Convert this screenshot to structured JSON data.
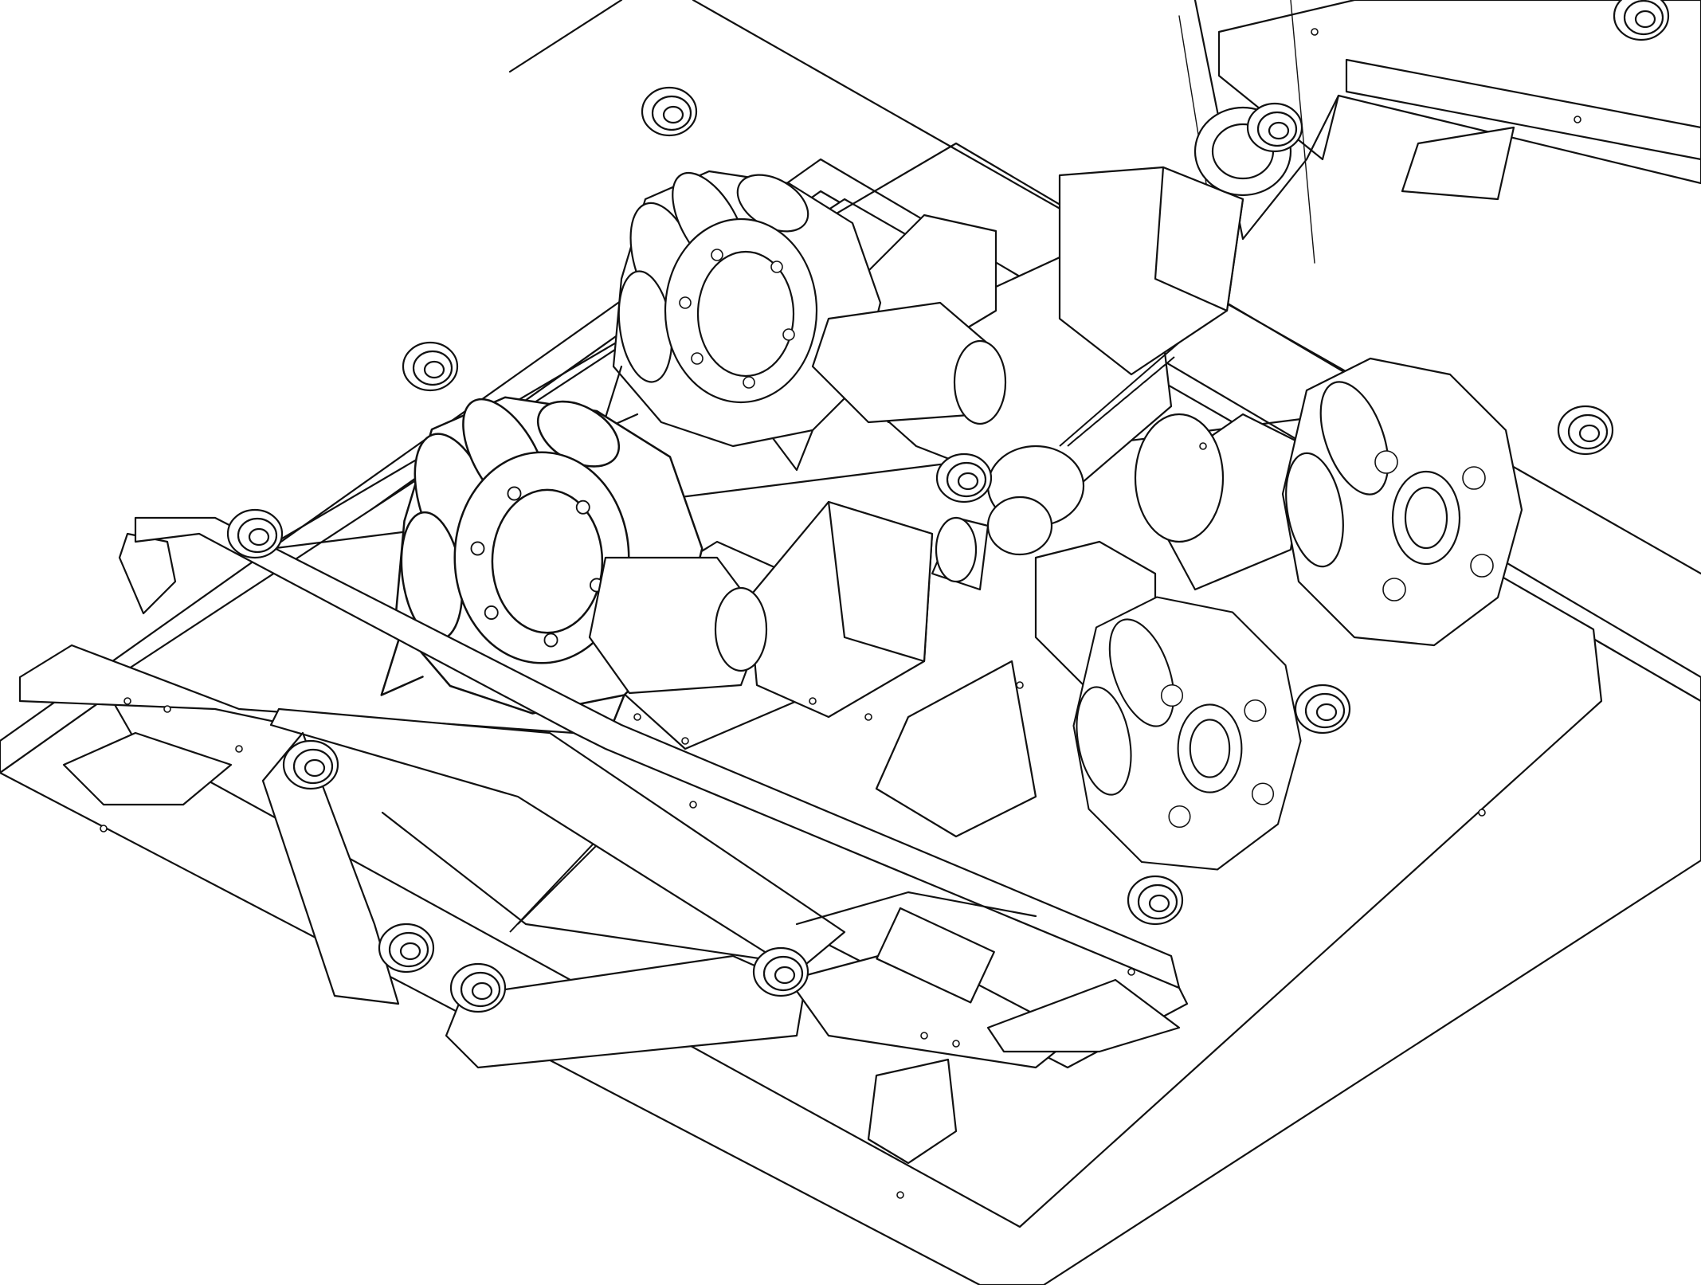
{
  "drawing": {
    "style": "black-line-drawing",
    "background": "#ffffff",
    "line_color": "#111111",
    "mecanum_wheels": [
      {
        "id": "wheel-rear-left"
      },
      {
        "id": "wheel-front-left"
      },
      {
        "id": "wheel-rear-right"
      },
      {
        "id": "wheel-front-right"
      }
    ],
    "drive_motors": [
      {
        "id": "motor-rear-left"
      },
      {
        "id": "motor-front-left"
      },
      {
        "id": "motor-rear-right"
      },
      {
        "id": "motor-front-right"
      }
    ],
    "gearboxes": [
      {
        "id": "gearbox-front"
      },
      {
        "id": "gearbox-rear"
      }
    ],
    "lead_screws": [
      {
        "id": "lead-screw-center"
      },
      {
        "id": "lead-screw-front"
      }
    ]
  }
}
